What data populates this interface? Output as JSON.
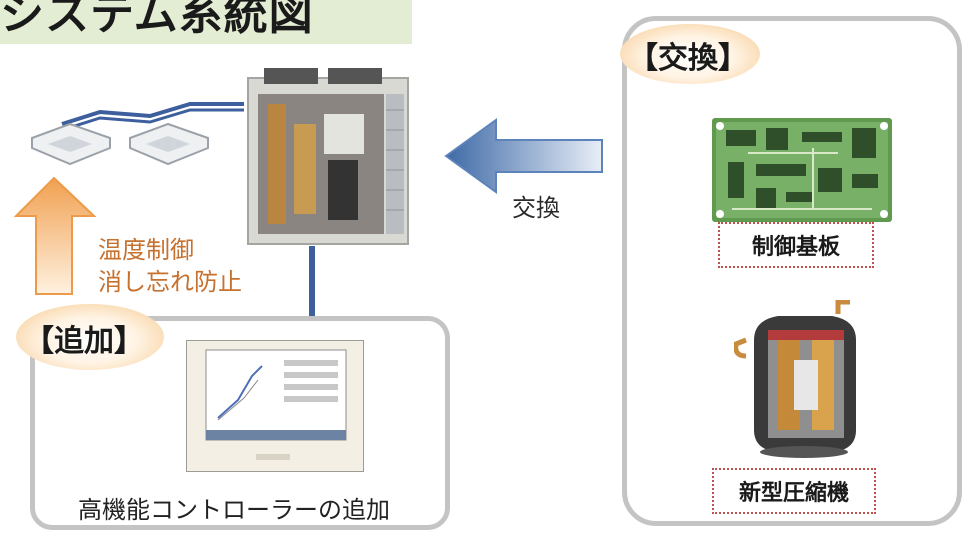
{
  "title": "システム系統図",
  "exchange": {
    "tag": "【交換】",
    "arrow_label": "交換",
    "pcb_label": "制御基板",
    "compressor_label": "新型圧縮機"
  },
  "addition": {
    "tag": "【追加】",
    "controller_caption": "高機能コントローラーの追加"
  },
  "benefits": {
    "line1": "温度制御",
    "line2": "消し忘れ防止"
  },
  "colors": {
    "title_bg": "#e3edd3",
    "panel_border": "#c4c4c4",
    "tag_oval": "#f5c78b",
    "benefit_text": "#c7712f",
    "exchange_arrow": "#4e7ab0",
    "pipe": "#3d5f9e",
    "label_border": "#c0504d"
  }
}
